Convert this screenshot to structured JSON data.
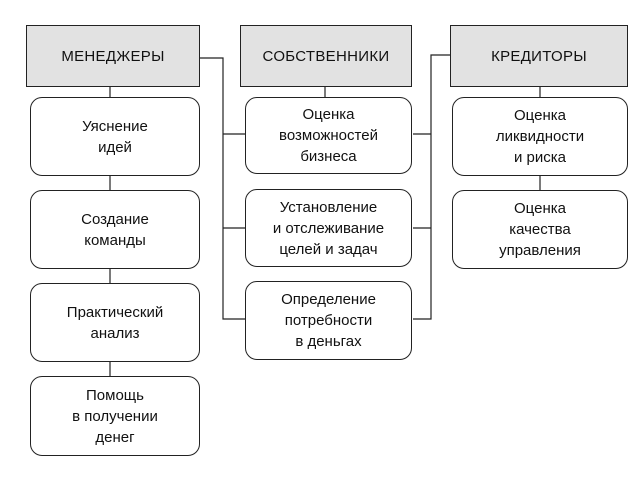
{
  "columns": [
    {
      "header": "МЕНЕДЖЕРЫ",
      "boxes": [
        "Уяснение\nидей",
        "Создание\nкоманды",
        "Практический\nанализ",
        "Помощь\nв получении\nденег"
      ]
    },
    {
      "header": "СОБСТВЕННИКИ",
      "boxes": [
        "Оценка\nвозможностей\nбизнеса",
        "Установление\nи отслеживание\nцелей и задач",
        "Определение\nпотребности\nв деньгах"
      ]
    },
    {
      "header": "КРЕДИТОРЫ",
      "boxes": [
        "Оценка\nликвидности\nи риска",
        "Оценка\nкачества\nуправления"
      ]
    }
  ]
}
